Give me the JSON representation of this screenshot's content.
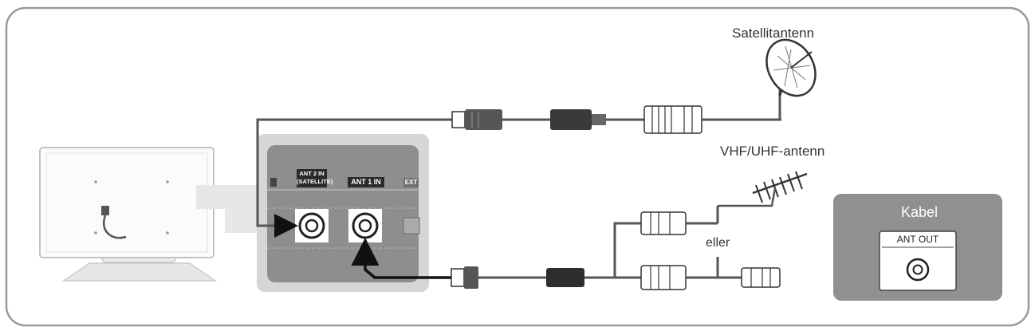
{
  "labels": {
    "satellite": "Satellitantenn",
    "vhf_uhf": "VHF/UHF-antenn",
    "or": "eller",
    "cable": "Kabel",
    "ant_out": "ANT OUT",
    "ant2_line1": "ANT 2 IN",
    "ant2_line2": "(SATELLITE)",
    "ant1": "ANT 1 IN",
    "ext": "EXT"
  },
  "colors": {
    "frame": "#9a9a9a",
    "panel_outer": "#d6d6d6",
    "panel_inner": "#8e8e8e",
    "cable_box": "#909090",
    "cable": "#555555"
  }
}
